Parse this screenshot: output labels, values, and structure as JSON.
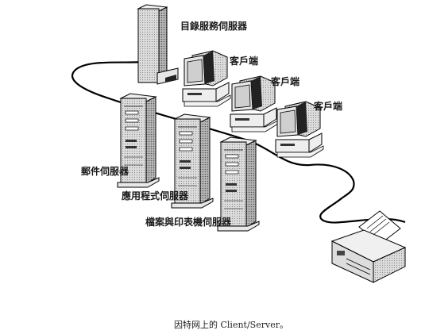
{
  "labels": {
    "directory_server": "目錄服務伺服器",
    "client_1": "客戶端",
    "client_2": "客戶端",
    "client_3": "客戶端",
    "mail_server": "郵件伺服器",
    "app_server": "應用程式伺服器",
    "file_print_server": "檔案與印表機伺服器"
  },
  "caption": "因特网上的 Client/Server。"
}
